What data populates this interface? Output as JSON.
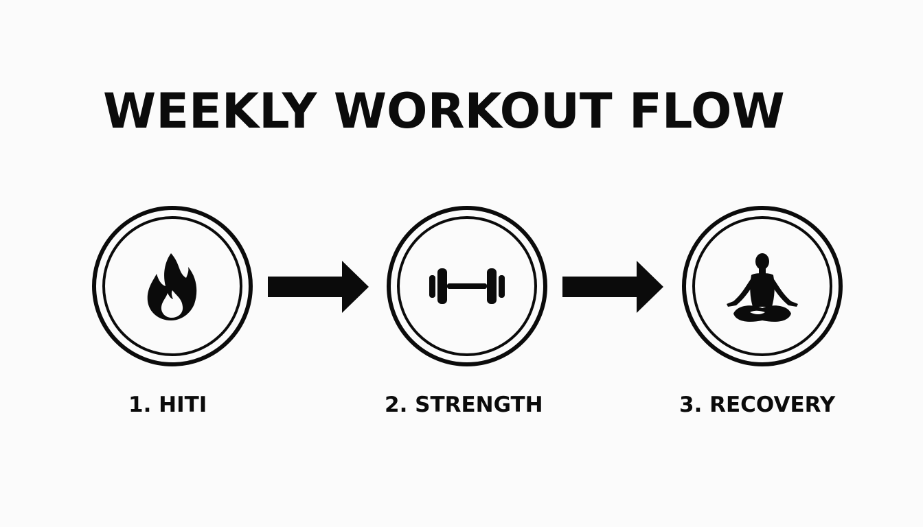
{
  "title": "WEEKLY WORKOUT FLOW",
  "steps": [
    {
      "label": "1. HITI",
      "icon": "flame-icon"
    },
    {
      "label": "2. STRENGTH",
      "icon": "dumbbell-icon"
    },
    {
      "label": "3. RECOVERY",
      "icon": "meditation-icon"
    }
  ],
  "colors": {
    "ink": "#0b0b0b",
    "background": "#fbfbfb"
  }
}
